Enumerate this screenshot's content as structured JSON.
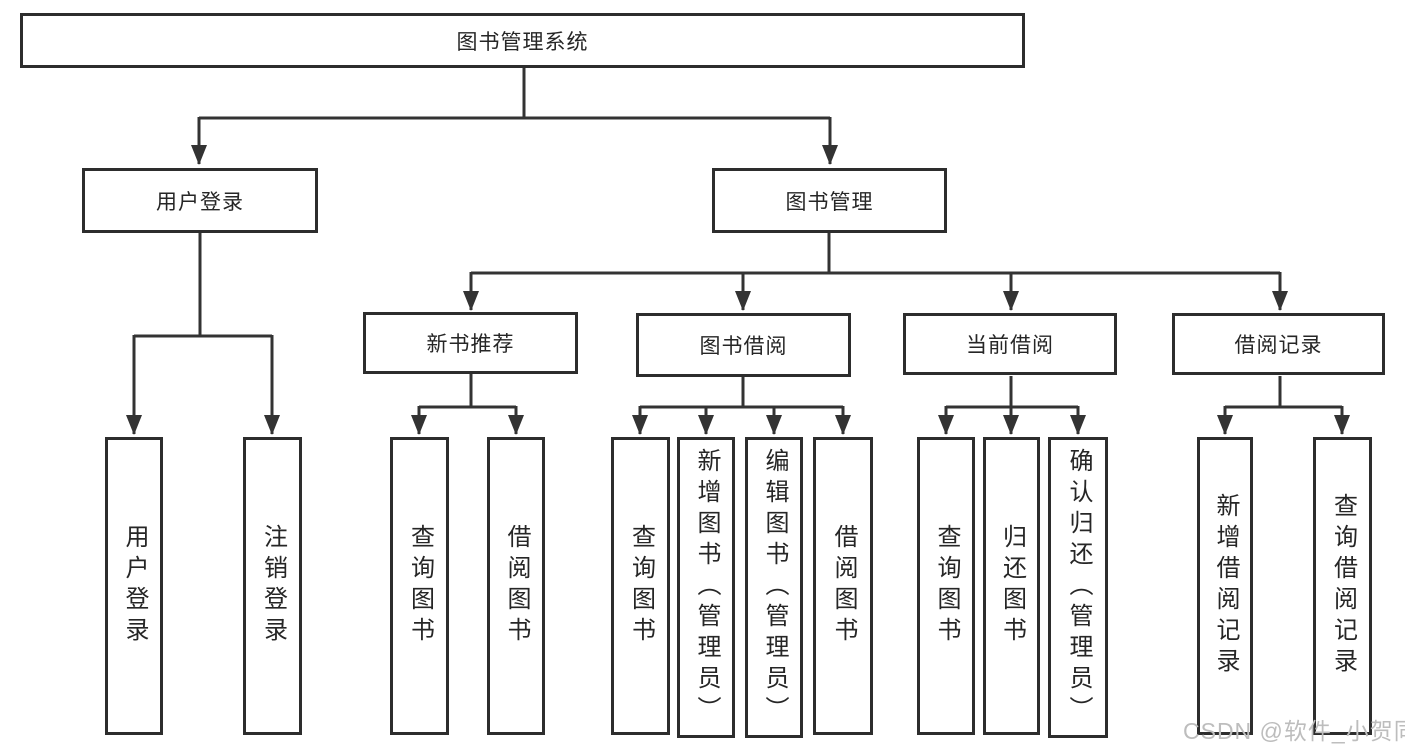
{
  "diagram_title": "图书管理系统",
  "tree": {
    "label": "图书管理系统",
    "children": [
      {
        "label": "用户登录",
        "children": [
          {
            "label": "用户登录"
          },
          {
            "label": "注销登录"
          }
        ]
      },
      {
        "label": "图书管理",
        "children": [
          {
            "label": "新书推荐",
            "children": [
              {
                "label": "查询图书"
              },
              {
                "label": "借阅图书"
              }
            ]
          },
          {
            "label": "图书借阅",
            "children": [
              {
                "label": "查询图书"
              },
              {
                "label": "新增图书（管理员）"
              },
              {
                "label": "编辑图书（管理员）"
              },
              {
                "label": "借阅图书"
              }
            ]
          },
          {
            "label": "当前借阅",
            "children": [
              {
                "label": "查询图书"
              },
              {
                "label": "归还图书"
              },
              {
                "label": "确认归还（管理员）"
              }
            ]
          },
          {
            "label": "借阅记录",
            "children": [
              {
                "label": "新增借阅记录"
              },
              {
                "label": "查询借阅记录"
              }
            ]
          }
        ]
      }
    ]
  },
  "watermark": {
    "text": "CSDN @软件_小贺同学"
  },
  "colors": {
    "background": "#ffffff",
    "line": "#333333",
    "box_border": "#2d2d2d",
    "text": "#262626",
    "watermark": "#bdbdbd"
  }
}
